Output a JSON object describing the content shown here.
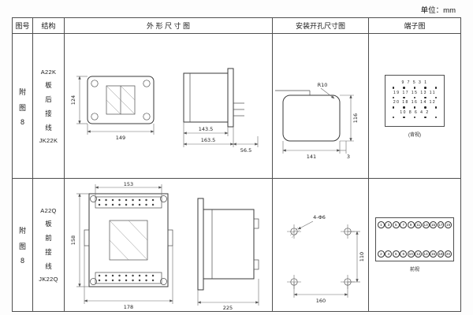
{
  "unit_label": "单位：mm",
  "headers": {
    "fig_no": "图号",
    "structure": "结构",
    "outline": "外 形 尺 寸 图",
    "mounting": "安装开孔尺寸图",
    "terminal": "端子图"
  },
  "rows": [
    {
      "fig": [
        "附",
        "图",
        "8"
      ],
      "structure": [
        "A22K",
        "板",
        "后",
        "接",
        "线",
        "JK22K"
      ],
      "outline": {
        "h": "124",
        "w": "149",
        "d1": "143.5",
        "d2": "163.5",
        "d3": "56.5"
      },
      "mounting": {
        "radius": "R10",
        "h": "116",
        "w": "141",
        "t": "3"
      },
      "terminal": {
        "rows": [
          "9 7 5 3 1",
          "19 17 15 13 11",
          "20 18 16 14 12",
          "10 8 6 4 2"
        ],
        "label": "(背视)"
      }
    },
    {
      "fig": [
        "附",
        "图",
        "8"
      ],
      "structure": [
        "A22Q",
        "板",
        "前",
        "接",
        "线",
        "JK22Q"
      ],
      "outline": {
        "top": "153",
        "h": "158",
        "bottom": "178",
        "side": "225"
      },
      "mounting": {
        "hole": "4-Φ6",
        "h": "110",
        "w": "160"
      },
      "terminal": {
        "top": [
          "1",
          "3",
          "5",
          "7",
          "9",
          "11",
          "13",
          "15",
          "17",
          "19"
        ],
        "bottom": [
          "2",
          "4",
          "6",
          "8",
          "10",
          "12",
          "14",
          "16",
          "18",
          "20"
        ],
        "label": "前视"
      }
    }
  ]
}
